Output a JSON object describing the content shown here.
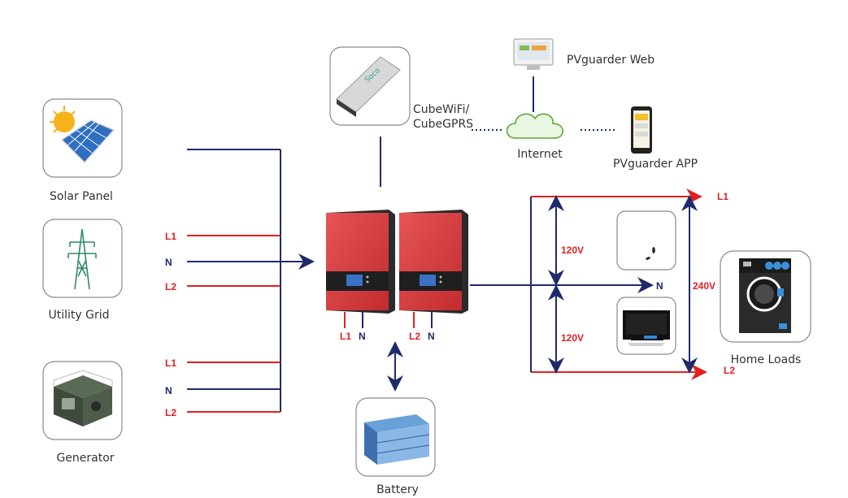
{
  "labels": {
    "solar_panel": "Solar Panel",
    "utility_grid": "Utility Grid",
    "generator": "Generator",
    "battery": "Battery",
    "cubewifi": "CubeWiFi/",
    "cubegprs": "CubeGPRS",
    "internet": "Internet",
    "web": "PVguarder Web",
    "app": "PVguarder APP",
    "home_loads": "Home Loads"
  },
  "grid_lines": {
    "l1": "L1",
    "n": "N",
    "l2": "L2"
  },
  "inverter_terminals": {
    "left": [
      "L1",
      "N"
    ],
    "right": [
      "L2",
      "N"
    ]
  },
  "output": {
    "l1": "L1",
    "n": "N",
    "l2": "L2",
    "v1": "120V",
    "v2": "120V",
    "v3": "240V"
  },
  "colors": {
    "line_phase": "#e02020",
    "line_neutral": "#1f2a6b",
    "inverter": "#d63a3e"
  }
}
